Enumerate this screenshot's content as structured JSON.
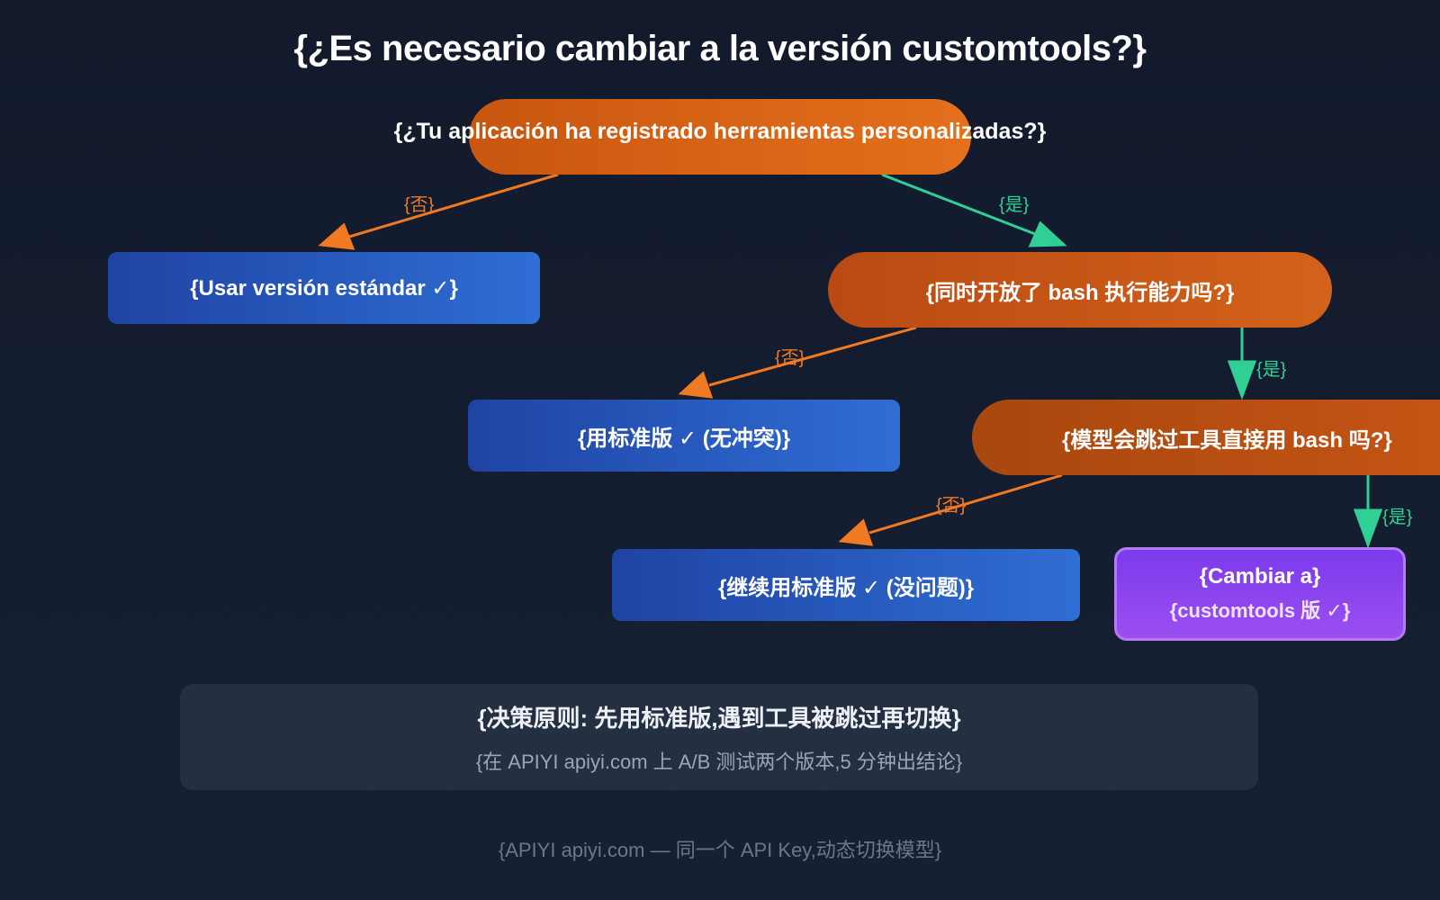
{
  "title": "{¿Es necesario cambiar a la versión customtools?}",
  "q1": "{¿Tu aplicación ha registrado herramientas personalizadas?}",
  "q2": "{同时开放了 bash 执行能力吗?}",
  "q3": "{模型会跳过工具直接用 bash 吗?}",
  "o1": "{Usar versión estándar ✓}",
  "o2": "{用标准版 ✓ (无冲突)}",
  "o3": "{继续用标准版 ✓ (没问题)}",
  "final": {
    "line1": "{Cambiar a}",
    "line2": "{customtools 版 ✓}"
  },
  "labels": {
    "no": "{否}",
    "yes": "{是}"
  },
  "note": {
    "line1": "{决策原则: 先用标准版,遇到工具被跳过再切换}",
    "line2": "{在 APIYI apiyi.com 上 A/B 测试两个版本,5 分钟出结论}"
  },
  "footer": "{APIYI apiyi.com — 同一个 API Key,动态切换模型}",
  "colors": {
    "no_arrow": "#f07a22",
    "yes_arrow": "#2fcf95",
    "decision": "#e4701c",
    "outcome": "#2f6ed4",
    "final": "#8b45ef"
  }
}
